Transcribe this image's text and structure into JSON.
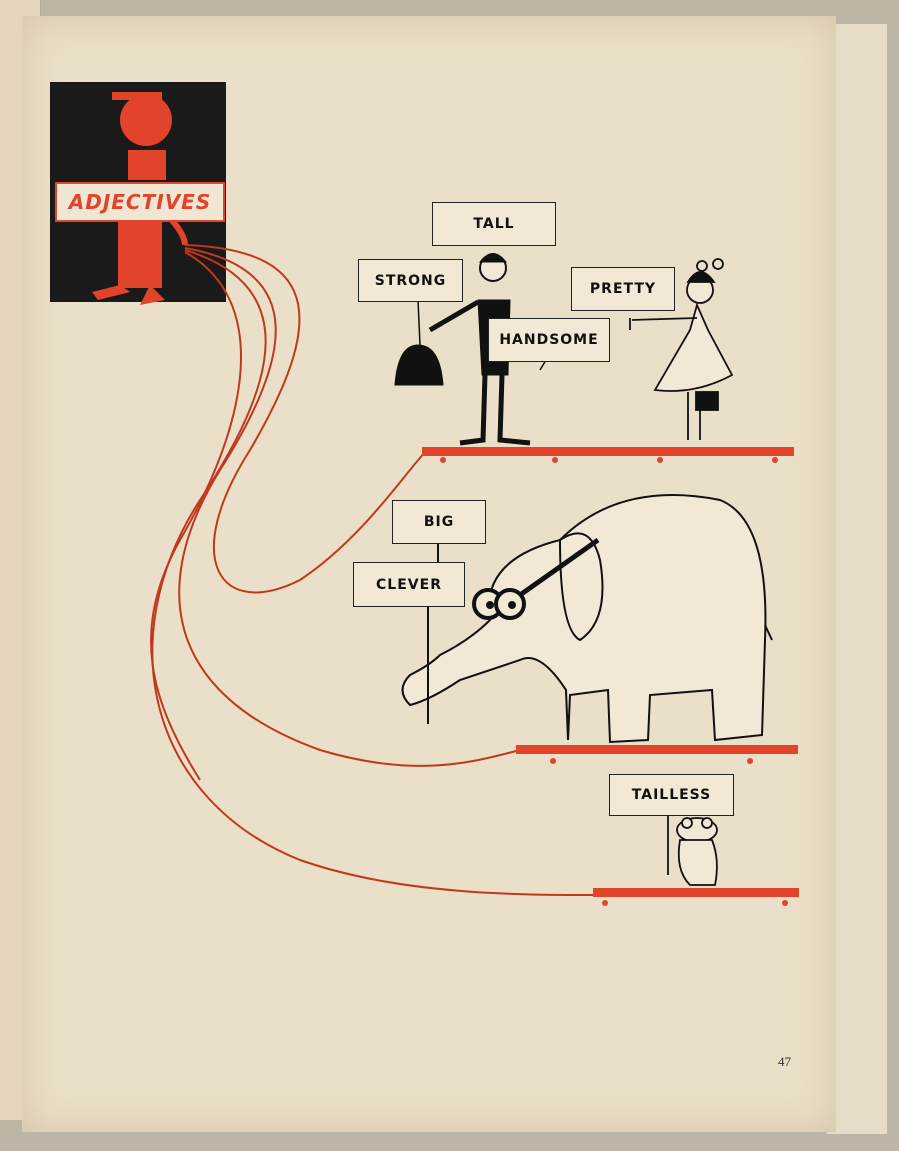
{
  "title": "ADJECTIVES",
  "signs": {
    "tall": "TALL",
    "strong": "STRONG",
    "handsome": "HANDSOME",
    "pretty": "PRETTY",
    "big": "BIG",
    "clever": "CLEVER",
    "tailless": "TAILLESS"
  },
  "page_number": "47",
  "colors": {
    "accent": "#e2432b",
    "ink": "#111111",
    "paper": "#eadfc8"
  }
}
